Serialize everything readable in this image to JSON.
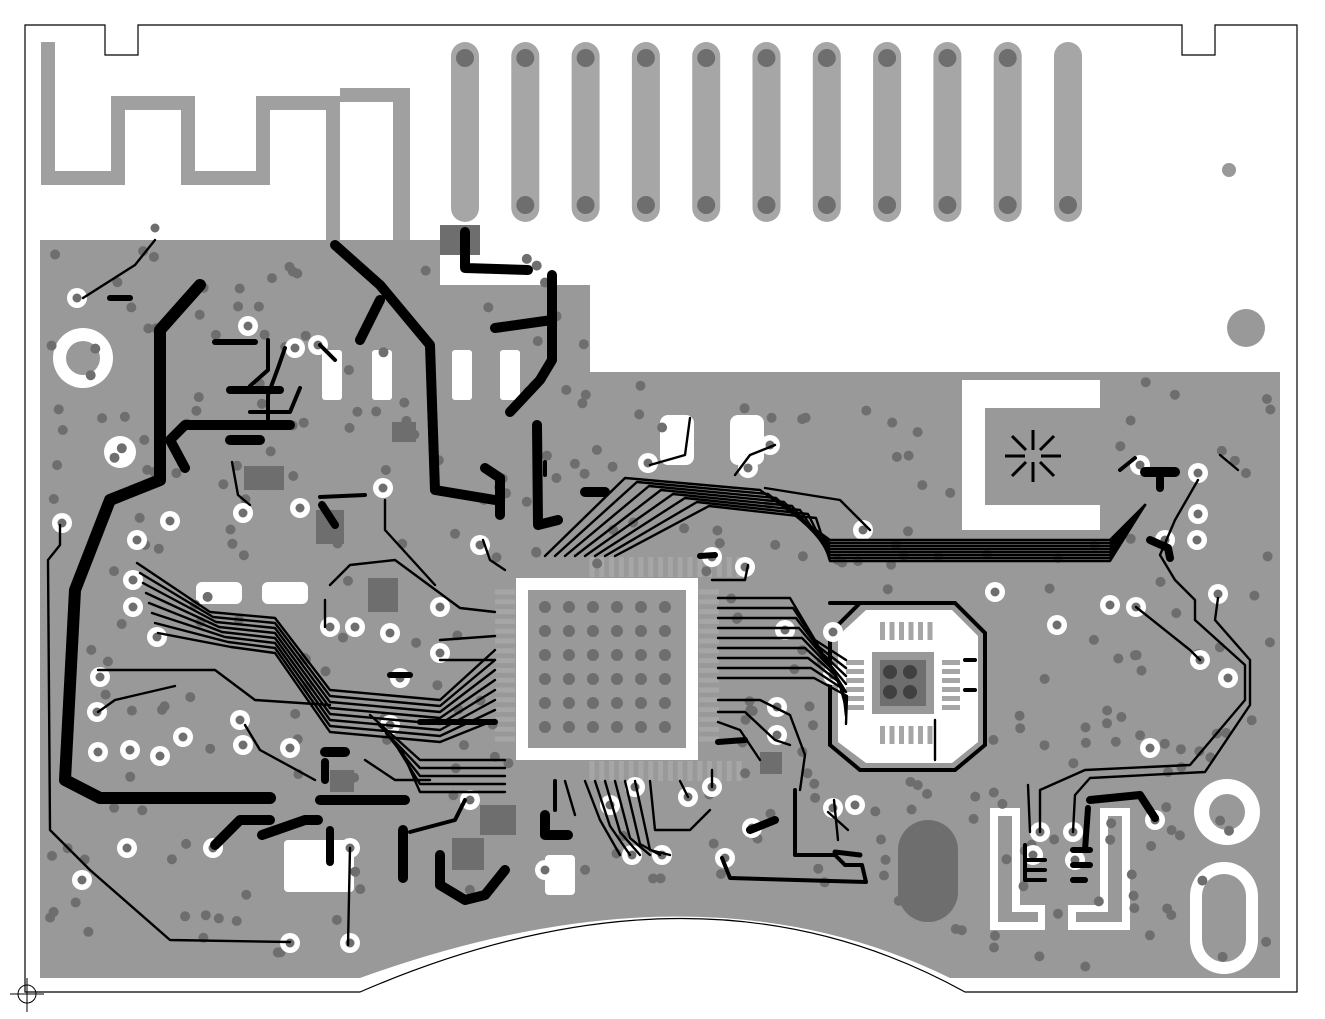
{
  "view": {
    "kind": "pcb-layout-render",
    "colors": {
      "background": "#ffffff",
      "outline": "#000000",
      "pour": "#999999",
      "copper_light": "#a6a6a6",
      "copper_dark": "#6e6e6e",
      "trace": "#000000",
      "via_hole": "#ffffff",
      "antenna": "#a0a0a0"
    }
  },
  "components": {
    "mcu_pin_count_per_side": 16,
    "sensor_pin_count_per_side": 6,
    "edge_finger_count": 11
  }
}
